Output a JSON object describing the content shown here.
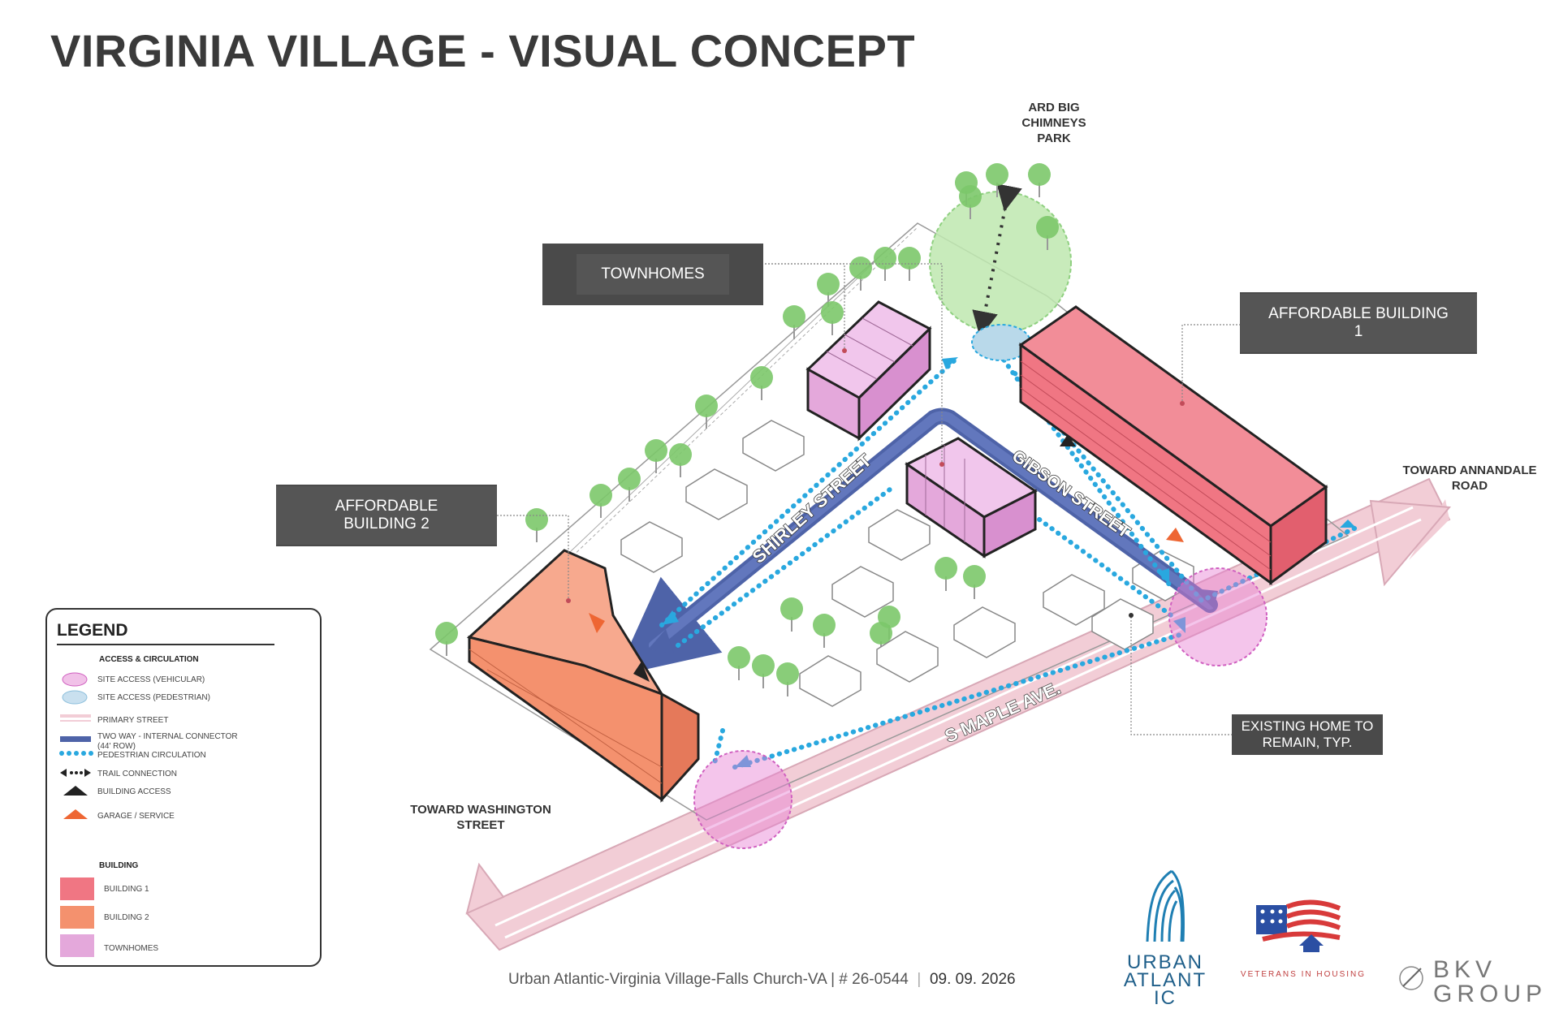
{
  "title": "VIRGINIA VILLAGE - VISUAL CONCEPT",
  "labels": {
    "townhomes": "TOWNHOMES",
    "affordable_building_1": "AFFORDABLE BUILDING 1",
    "affordable_building_2": "AFFORDABLE BUILDING 2",
    "existing_home": "EXISTING HOME TO REMAIN, TYP."
  },
  "external_labels": {
    "park": "ARD BIG CHIMNEYS PARK",
    "annandale": "TOWARD ANNANDALE ROAD",
    "washington": "TOWARD WASHINGTON STREET"
  },
  "street_labels": {
    "shirley": "SHIRLEY STREET",
    "gibson": "GIBSON STREET",
    "maple": "S MAPLE AVE."
  },
  "legend": {
    "title": "LEGEND",
    "section_access": "ACCESS & CIRCULATION",
    "items_access": [
      "SITE ACCESS (VEHICULAR)",
      "SITE ACCESS (PEDESTRIAN)",
      "PRIMARY STREET",
      "TWO WAY - INTERNAL CONNECTOR (44' ROW)",
      "PEDESTRIAN CIRCULATION",
      "TRAIL CONNECTION",
      "BUILDING ACCESS",
      "GARAGE / SERVICE"
    ],
    "section_building": "BUILDING",
    "items_building": [
      "BUILDING 1",
      "BUILDING 2",
      "TOWNHOMES"
    ]
  },
  "colors": {
    "building_1": "#f07683",
    "building_2": "#f4916e",
    "townhomes": "#e4a8db",
    "connector": "#4e63a8",
    "pedestrian": "#29a8df",
    "primary_street": "#f2cdd6",
    "vehicular_access": "#e77fd2",
    "pedestrian_access": "#b9d9ea",
    "park": "#bfe8b0",
    "tree": "#7cc86a",
    "service": "#ee6633"
  },
  "footer": {
    "project": "Urban Atlantic-Virginia Village-Falls Church-VA",
    "number": "# 26-0544",
    "date": "09. 09. 2026"
  },
  "logos": {
    "urban_atlantic": "URBAN ATLANTIC",
    "veterans": "VETERANS IN HOUSING",
    "bkv": "BKV GROUP"
  }
}
